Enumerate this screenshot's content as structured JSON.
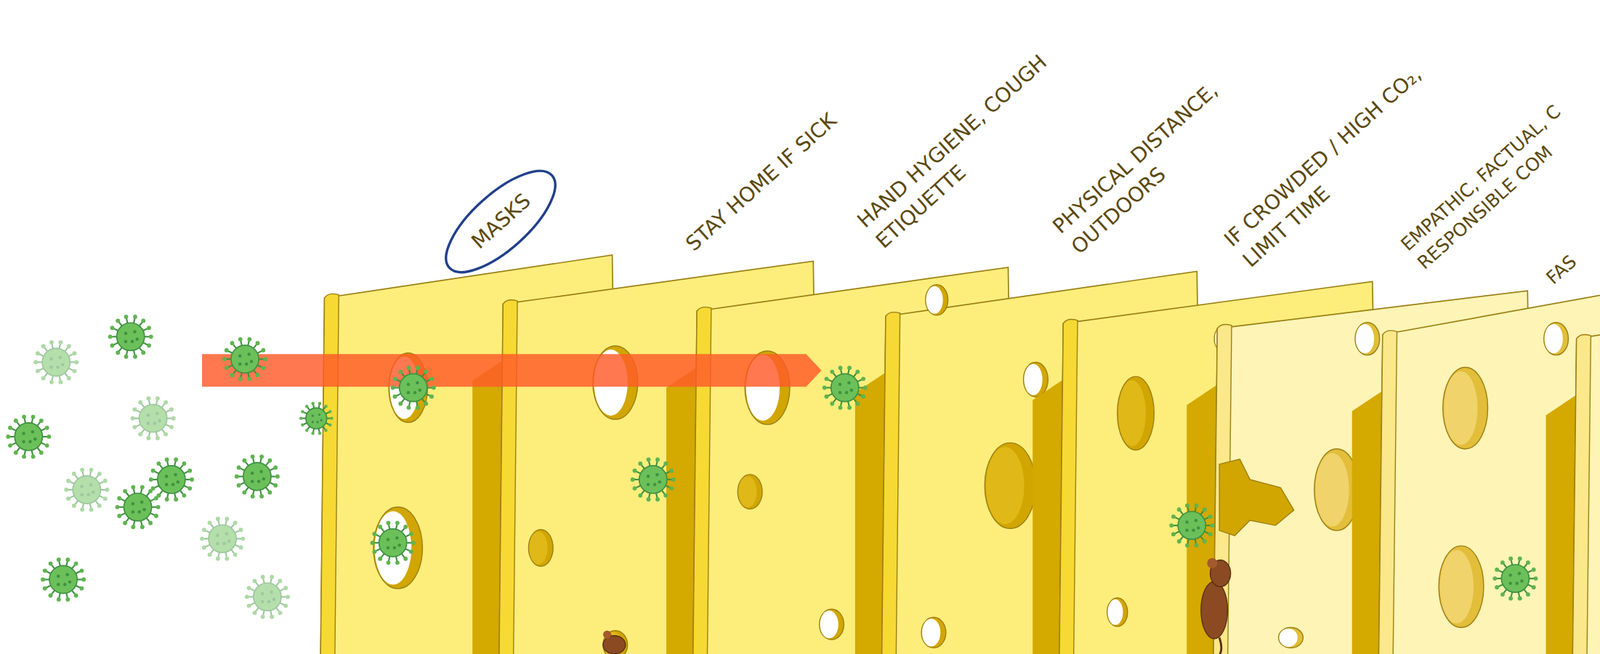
{
  "diagram": {
    "nodes": [
      {
        "text": [
          "MASKS"
        ]
      },
      {
        "text": [
          "STAY HOME IF SICK"
        ]
      },
      {
        "text": [
          "HAND HYGIENE, COUGH ETIQUETTE"
        ]
      },
      {
        "text": [
          "PHYSICAL DISTANCE, OUTDOORS"
        ]
      },
      {
        "text": [
          "IF CROWDED / HIGH CO₂, LIMIT TIME"
        ]
      },
      {
        "text": [
          "EMPATHIC, FACTUAL, C RESPONSIBLE COM"
        ]
      },
      {
        "text": [
          "FAS"
        ]
      }
    ]
  }
}
